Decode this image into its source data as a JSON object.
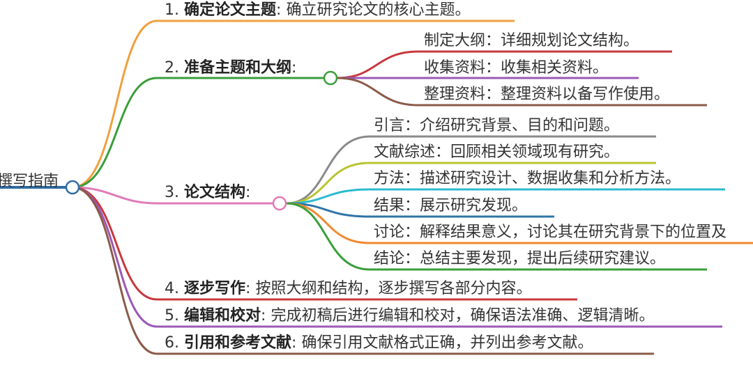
{
  "root": {
    "label": "撰写指南"
  },
  "colors": {
    "root": "#2e6da4",
    "b1": "#f0a040",
    "b2": "#3a9e3a",
    "b2_1": "#c8383c",
    "b2_2": "#9b59b6",
    "b2_3": "#8b5a4a",
    "b3": "#e07ab8",
    "b3_1": "#8a8a8a",
    "b3_2": "#b8c431",
    "b3_3": "#2bbbd0",
    "b3_4": "#2f74a8",
    "b3_5": "#f08a30",
    "b3_6": "#3a9e3a",
    "b4": "#c8383c",
    "b5": "#9b59b6",
    "b6": "#8b5a4a"
  },
  "branches": [
    {
      "num": "1.",
      "title": "确定论文主题",
      "sep": ":",
      "desc": "确立研究论文的核心主题。"
    },
    {
      "num": "2.",
      "title": "准备主题和大纲",
      "sep": ":",
      "desc": "",
      "children": [
        {
          "text": "制定大纲：详细规划论文结构。"
        },
        {
          "text": "收集资料：收集相关资料。"
        },
        {
          "text": "整理资料：整理资料以备写作使用。"
        }
      ]
    },
    {
      "num": "3.",
      "title": "论文结构",
      "sep": ":",
      "desc": "",
      "children": [
        {
          "text": "引言：介绍研究背景、目的和问题。"
        },
        {
          "text": "文献综述：回顾相关领域现有研究。"
        },
        {
          "text": "方法：描述研究设计、数据收集和分析方法。"
        },
        {
          "text": "结果：展示研究发现。"
        },
        {
          "text": "讨论：解释结果意义，讨论其在研究背景下的位置及"
        },
        {
          "text": "结论：总结主要发现，提出后续研究建议。"
        }
      ]
    },
    {
      "num": "4.",
      "title": "逐步写作",
      "sep": ":",
      "desc": "按照大纲和结构，逐步撰写各部分内容。"
    },
    {
      "num": "5.",
      "title": "编辑和校对",
      "sep": ":",
      "desc": "完成初稿后进行编辑和校对，确保语法准确、逻辑清晰。"
    },
    {
      "num": "6.",
      "title": "引用和参考文献",
      "sep": ":",
      "desc": "确保引用文献格式正确，并列出参考文献。"
    }
  ]
}
